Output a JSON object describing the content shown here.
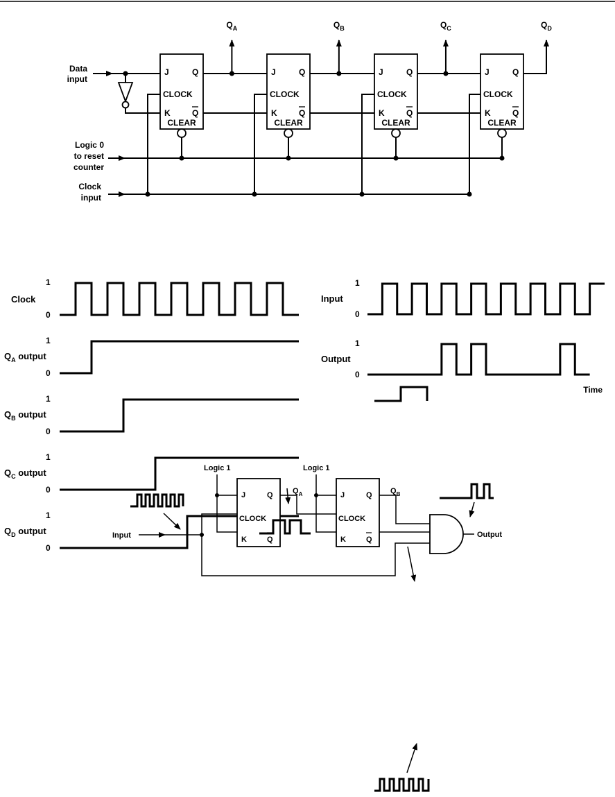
{
  "shift_register": {
    "outputs": [
      "Q",
      "Q",
      "Q",
      "Q"
    ],
    "output_subs": [
      "A",
      "B",
      "C",
      "D"
    ],
    "pin_j": "J",
    "pin_q": "Q",
    "pin_clock": "CLOCK",
    "pin_k": "K",
    "pin_qbar": "Q",
    "pin_clear": "CLEAR",
    "data_input": [
      "Data",
      "input"
    ],
    "reset": [
      "Logic 0",
      "to reset",
      "counter"
    ],
    "clock_input": [
      "Clock",
      "input"
    ]
  },
  "timing_left": {
    "rows": [
      {
        "label": "Clock",
        "sub": "",
        "suffix": "",
        "levels": [
          0,
          1,
          0,
          1,
          0,
          1,
          0,
          1,
          0,
          1,
          0,
          1,
          0,
          1,
          0
        ],
        "times": [
          0,
          1,
          2,
          3,
          4,
          5,
          6,
          7,
          8,
          9,
          10,
          11,
          12,
          13,
          14,
          15
        ]
      },
      {
        "label": "Q",
        "sub": "A",
        "suffix": " output",
        "levels": [
          0,
          1
        ],
        "times": [
          0,
          2,
          15
        ]
      },
      {
        "label": "Q",
        "sub": "B",
        "suffix": " output",
        "levels": [
          0,
          1
        ],
        "times": [
          0,
          4,
          15
        ]
      },
      {
        "label": "Q",
        "sub": "C",
        "suffix": " output",
        "levels": [
          0,
          1
        ],
        "times": [
          0,
          6,
          15
        ]
      },
      {
        "label": "Q",
        "sub": "D",
        "suffix": " output",
        "levels": [
          0,
          1
        ],
        "times": [
          0,
          8,
          15
        ]
      }
    ],
    "high": "1",
    "low": "0"
  },
  "timing_right": {
    "rows": [
      {
        "label": "Input",
        "levels": [
          0,
          1,
          0,
          1,
          0,
          1,
          0,
          1,
          0,
          1,
          0,
          1,
          0,
          1,
          0,
          1
        ],
        "times": [
          0,
          1,
          2,
          3,
          4,
          5,
          6,
          7,
          8,
          9,
          10,
          11,
          12,
          13,
          14,
          15,
          16
        ]
      },
      {
        "label": "Output",
        "levels": [
          0,
          1,
          0,
          1,
          0,
          1,
          0
        ],
        "times": [
          0,
          5,
          6,
          7,
          8,
          13,
          14,
          15
        ]
      }
    ],
    "high": "1",
    "low": "0",
    "time_label": "Time"
  },
  "detector": {
    "logic1": [
      "Logic 1",
      "Logic 1"
    ],
    "qa": "Q",
    "qa_sub": "A",
    "qb": "Q",
    "qb_sub": "B",
    "input": "Input",
    "output": "Output",
    "pin_j": "J",
    "pin_q": "Q",
    "pin_clock": "CLOCK",
    "pin_k": "K",
    "pin_qbar": "Q"
  }
}
